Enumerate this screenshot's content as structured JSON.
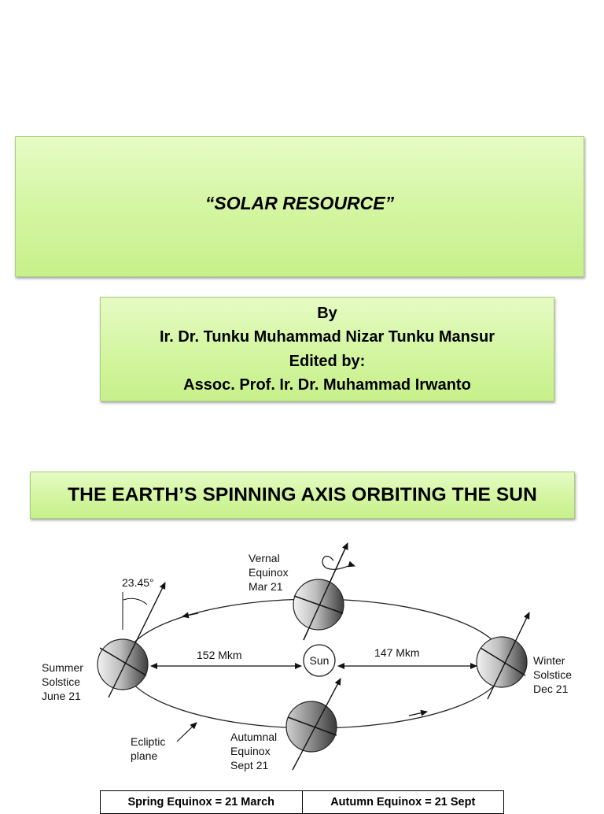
{
  "slide1": {
    "title": "“SOLAR RESOURCE”",
    "author_lines": [
      "By",
      "Ir. Dr. Tunku Muhammad Nizar Tunku Mansur",
      "Edited by:",
      "Assoc. Prof. Ir.  Dr. Muhammad Irwanto"
    ]
  },
  "slide2": {
    "heading": "THE EARTH’S SPINNING AXIS ORBITING THE SUN",
    "diagram": {
      "angle": "23.45°",
      "vernal": [
        "Vernal",
        "Equinox",
        "Mar 21"
      ],
      "summer": [
        "Summer",
        "Solstice",
        "June 21"
      ],
      "winter": [
        "Winter",
        "Solstice",
        "Dec 21"
      ],
      "autumnal": [
        "Autumnal",
        "Equinox",
        "Sept 21"
      ],
      "ecliptic": [
        "Ecliptic",
        "plane"
      ],
      "sun": "Sun",
      "dist_left": "152 Mkm",
      "dist_right": "147 Mkm"
    },
    "table": {
      "spring": "Spring Equinox = 21 March",
      "autumn": "Autumn Equinox = 21 Sept"
    }
  }
}
